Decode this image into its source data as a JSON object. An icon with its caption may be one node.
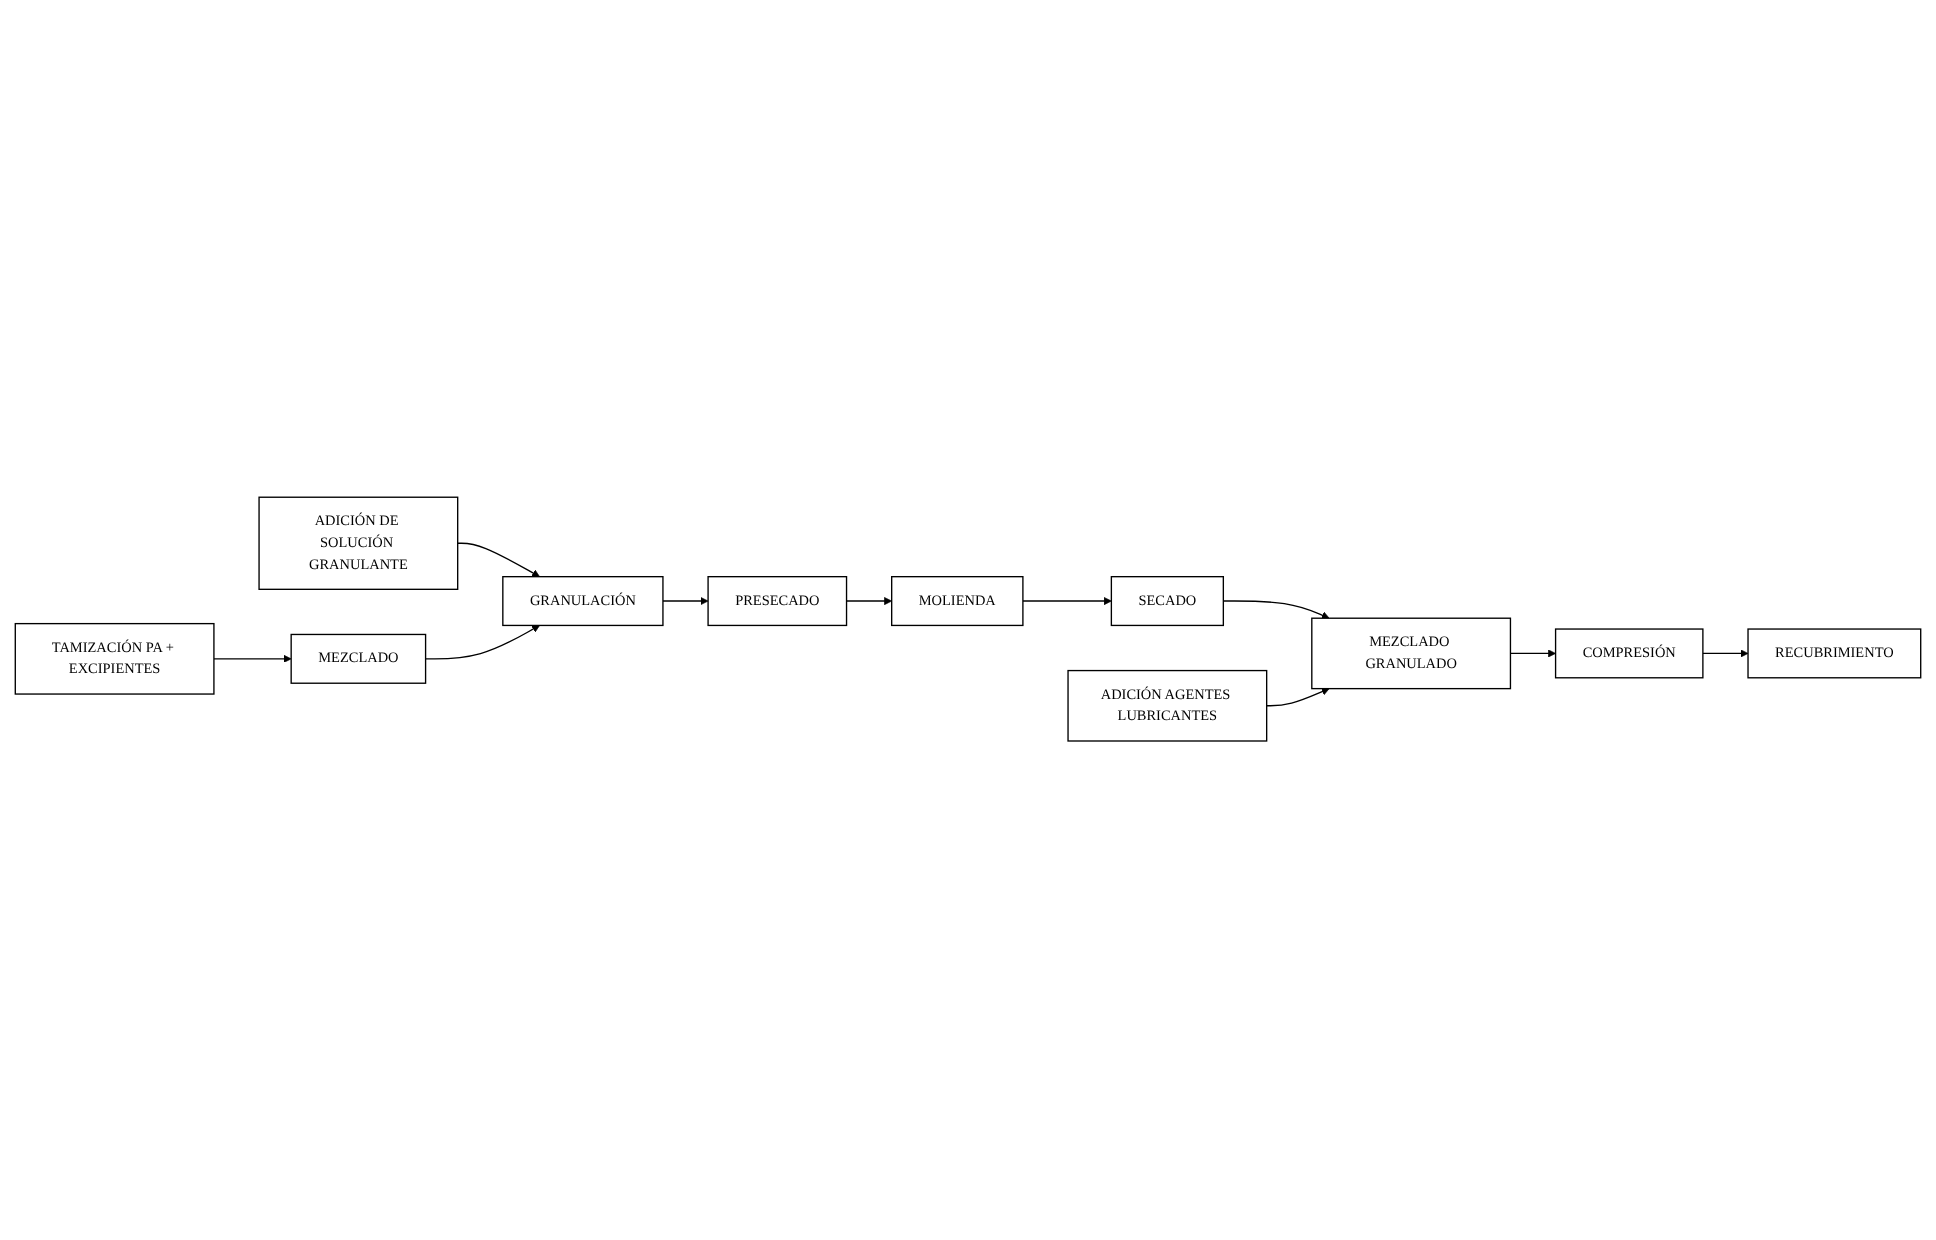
{
  "diagram": {
    "nodes": [
      {
        "text": [
          "ADICIÓN DE SOLUCIÓN GRANULANTE"
        ]
      },
      {
        "text": [
          "TAMIZACIÓN PA + EXCIPIENTES"
        ]
      },
      {
        "text": [
          "MEZCLADO"
        ]
      },
      {
        "text": [
          "GRANULACIÓN"
        ]
      },
      {
        "text": [
          "PRESECADO"
        ]
      },
      {
        "text": [
          "COMPRESIÓN"
        ]
      },
      {
        "text": [
          "MEZCLADO GRANULADO"
        ]
      },
      {
        "text": [
          "SECADO"
        ]
      },
      {
        "text": [
          "MOLIENDA"
        ]
      },
      {
        "text": [
          "RECUBRIMIENTO"
        ]
      },
      {
        "text": [
          "ADICIÓN AGENTES LUBRICANTES"
        ]
      }
    ],
    "edges": [
      {
        "from": 1,
        "to": 2,
        "arrow": "to"
      },
      {
        "from": 0,
        "to": 3,
        "arrow": "to"
      },
      {
        "from": 2,
        "to": 3,
        "arrow": "to"
      },
      {
        "from": 3,
        "to": 4,
        "arrow": "to"
      },
      {
        "from": 4,
        "to": 8,
        "arrow": "to"
      },
      {
        "from": 8,
        "to": 7,
        "arrow": "to"
      },
      {
        "from": 7,
        "to": 6,
        "arrow": "to"
      },
      {
        "from": 10,
        "to": 6,
        "arrow": "to"
      },
      {
        "from": 6,
        "to": 5,
        "arrow": "to"
      },
      {
        "from": 5,
        "to": 9,
        "arrow": "to"
      }
    ]
  }
}
